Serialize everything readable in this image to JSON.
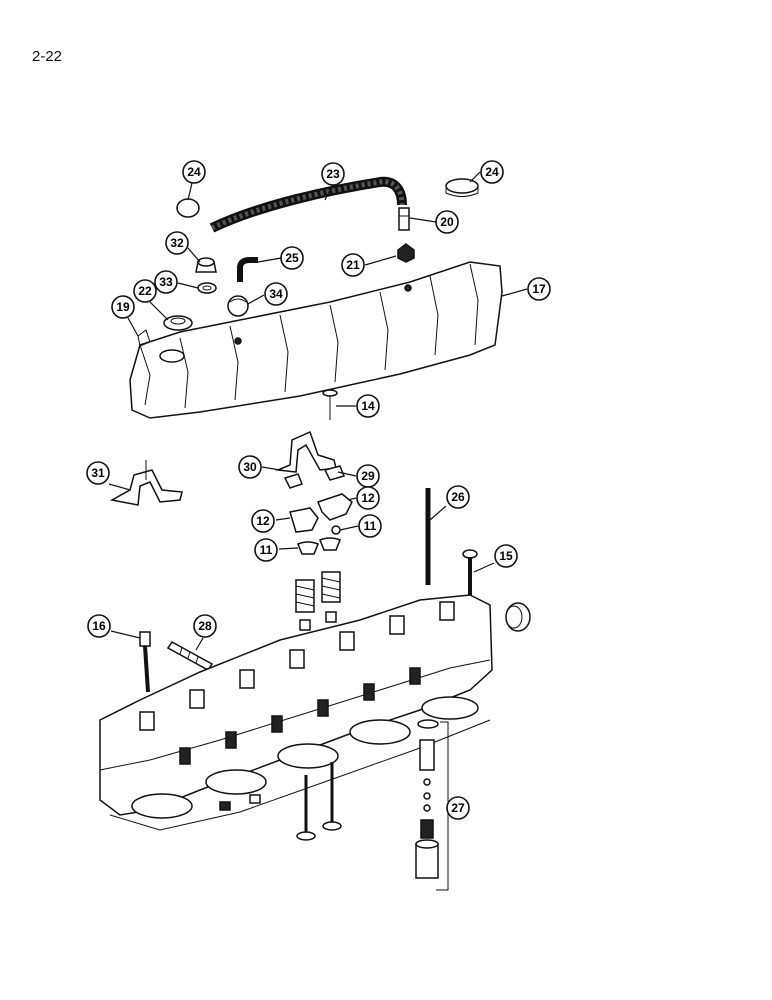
{
  "page": {
    "number": "2-22"
  },
  "callouts": [
    {
      "id": "c24a",
      "label": "24"
    },
    {
      "id": "c23",
      "label": "23"
    },
    {
      "id": "c24b",
      "label": "24"
    },
    {
      "id": "c20",
      "label": "20"
    },
    {
      "id": "c32",
      "label": "32"
    },
    {
      "id": "c25",
      "label": "25"
    },
    {
      "id": "c21",
      "label": "21"
    },
    {
      "id": "c33",
      "label": "33"
    },
    {
      "id": "c34",
      "label": "34"
    },
    {
      "id": "c17",
      "label": "17"
    },
    {
      "id": "c19",
      "label": "19"
    },
    {
      "id": "c22",
      "label": "22"
    },
    {
      "id": "c14",
      "label": "14"
    },
    {
      "id": "c31",
      "label": "31"
    },
    {
      "id": "c30",
      "label": "30"
    },
    {
      "id": "c29",
      "label": "29"
    },
    {
      "id": "c12a",
      "label": "12"
    },
    {
      "id": "c26",
      "label": "26"
    },
    {
      "id": "c12b",
      "label": "12"
    },
    {
      "id": "c11a",
      "label": "11"
    },
    {
      "id": "c11b",
      "label": "11"
    },
    {
      "id": "c15",
      "label": "15"
    },
    {
      "id": "c16",
      "label": "16"
    },
    {
      "id": "c28",
      "label": "28"
    },
    {
      "id": "c27",
      "label": "27"
    }
  ]
}
